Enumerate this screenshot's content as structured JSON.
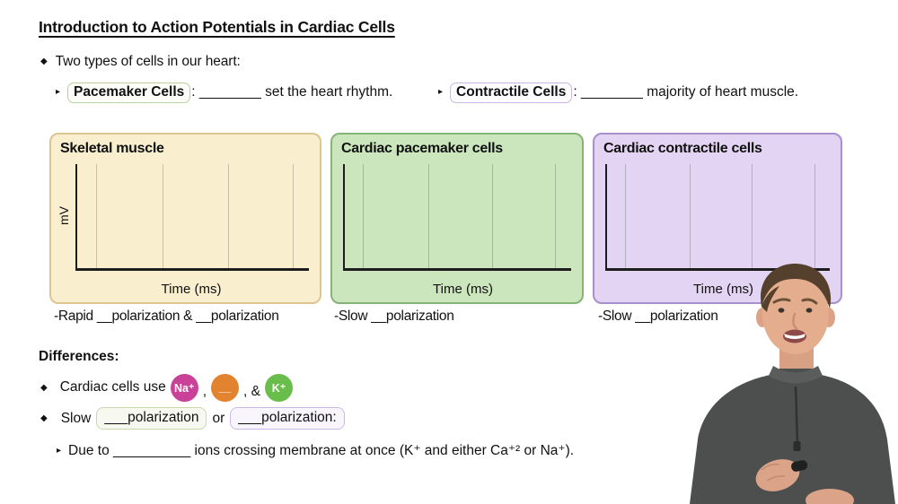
{
  "slide": {
    "title": "Introduction to Action Potentials in Cardiac Cells",
    "bullet_glyph": "◆",
    "sub_bullet_glyph": "▸",
    "intro": "Two types of cells in our heart:",
    "pacemaker": {
      "boxed": "Pacemaker Cells",
      "rest": ": ________ set the heart rhythm."
    },
    "contractile": {
      "boxed": "Contractile Cells",
      "rest": ": ________ majority of heart muscle."
    }
  },
  "panels": [
    {
      "title": "Skeletal muscle",
      "ylabel": "mV",
      "xlabel": "Time (ms)",
      "caption": "-Rapid __polarization & __polarization",
      "bg": "#F9EFCF",
      "border": "#DCC690",
      "gridlines": 4,
      "plotted_series": []
    },
    {
      "title": "Cardiac pacemaker cells",
      "ylabel": "",
      "xlabel": "Time (ms)",
      "caption": "-Slow __polarization",
      "bg": "#CBE5BC",
      "border": "#85B575",
      "gridlines": 4,
      "plotted_series": []
    },
    {
      "title": "Cardiac contractile cells",
      "ylabel": "",
      "xlabel": "Time (ms)",
      "caption": "-Slow __polarization",
      "bg": "#E2D4F2",
      "border": "#A88FCE",
      "gridlines": 4,
      "plotted_series": []
    }
  ],
  "differences": {
    "heading": "Differences:",
    "use_prefix": "Cardiac cells use",
    "ions": [
      {
        "label": "Na⁺",
        "color": "#CA4198"
      },
      {
        "label": "__",
        "color": "#E2832F"
      },
      {
        "label": "K⁺",
        "color": "#69BD4A"
      }
    ],
    "sep_after_first": ",",
    "sep_after_second": ", &",
    "slow": {
      "prefix": "Slow",
      "box1": "___polarization",
      "or": "or",
      "box2": "___polarization:"
    },
    "due": "Due to __________ ions crossing membrane at once (K⁺ and either Ca⁺² or Na⁺)."
  }
}
